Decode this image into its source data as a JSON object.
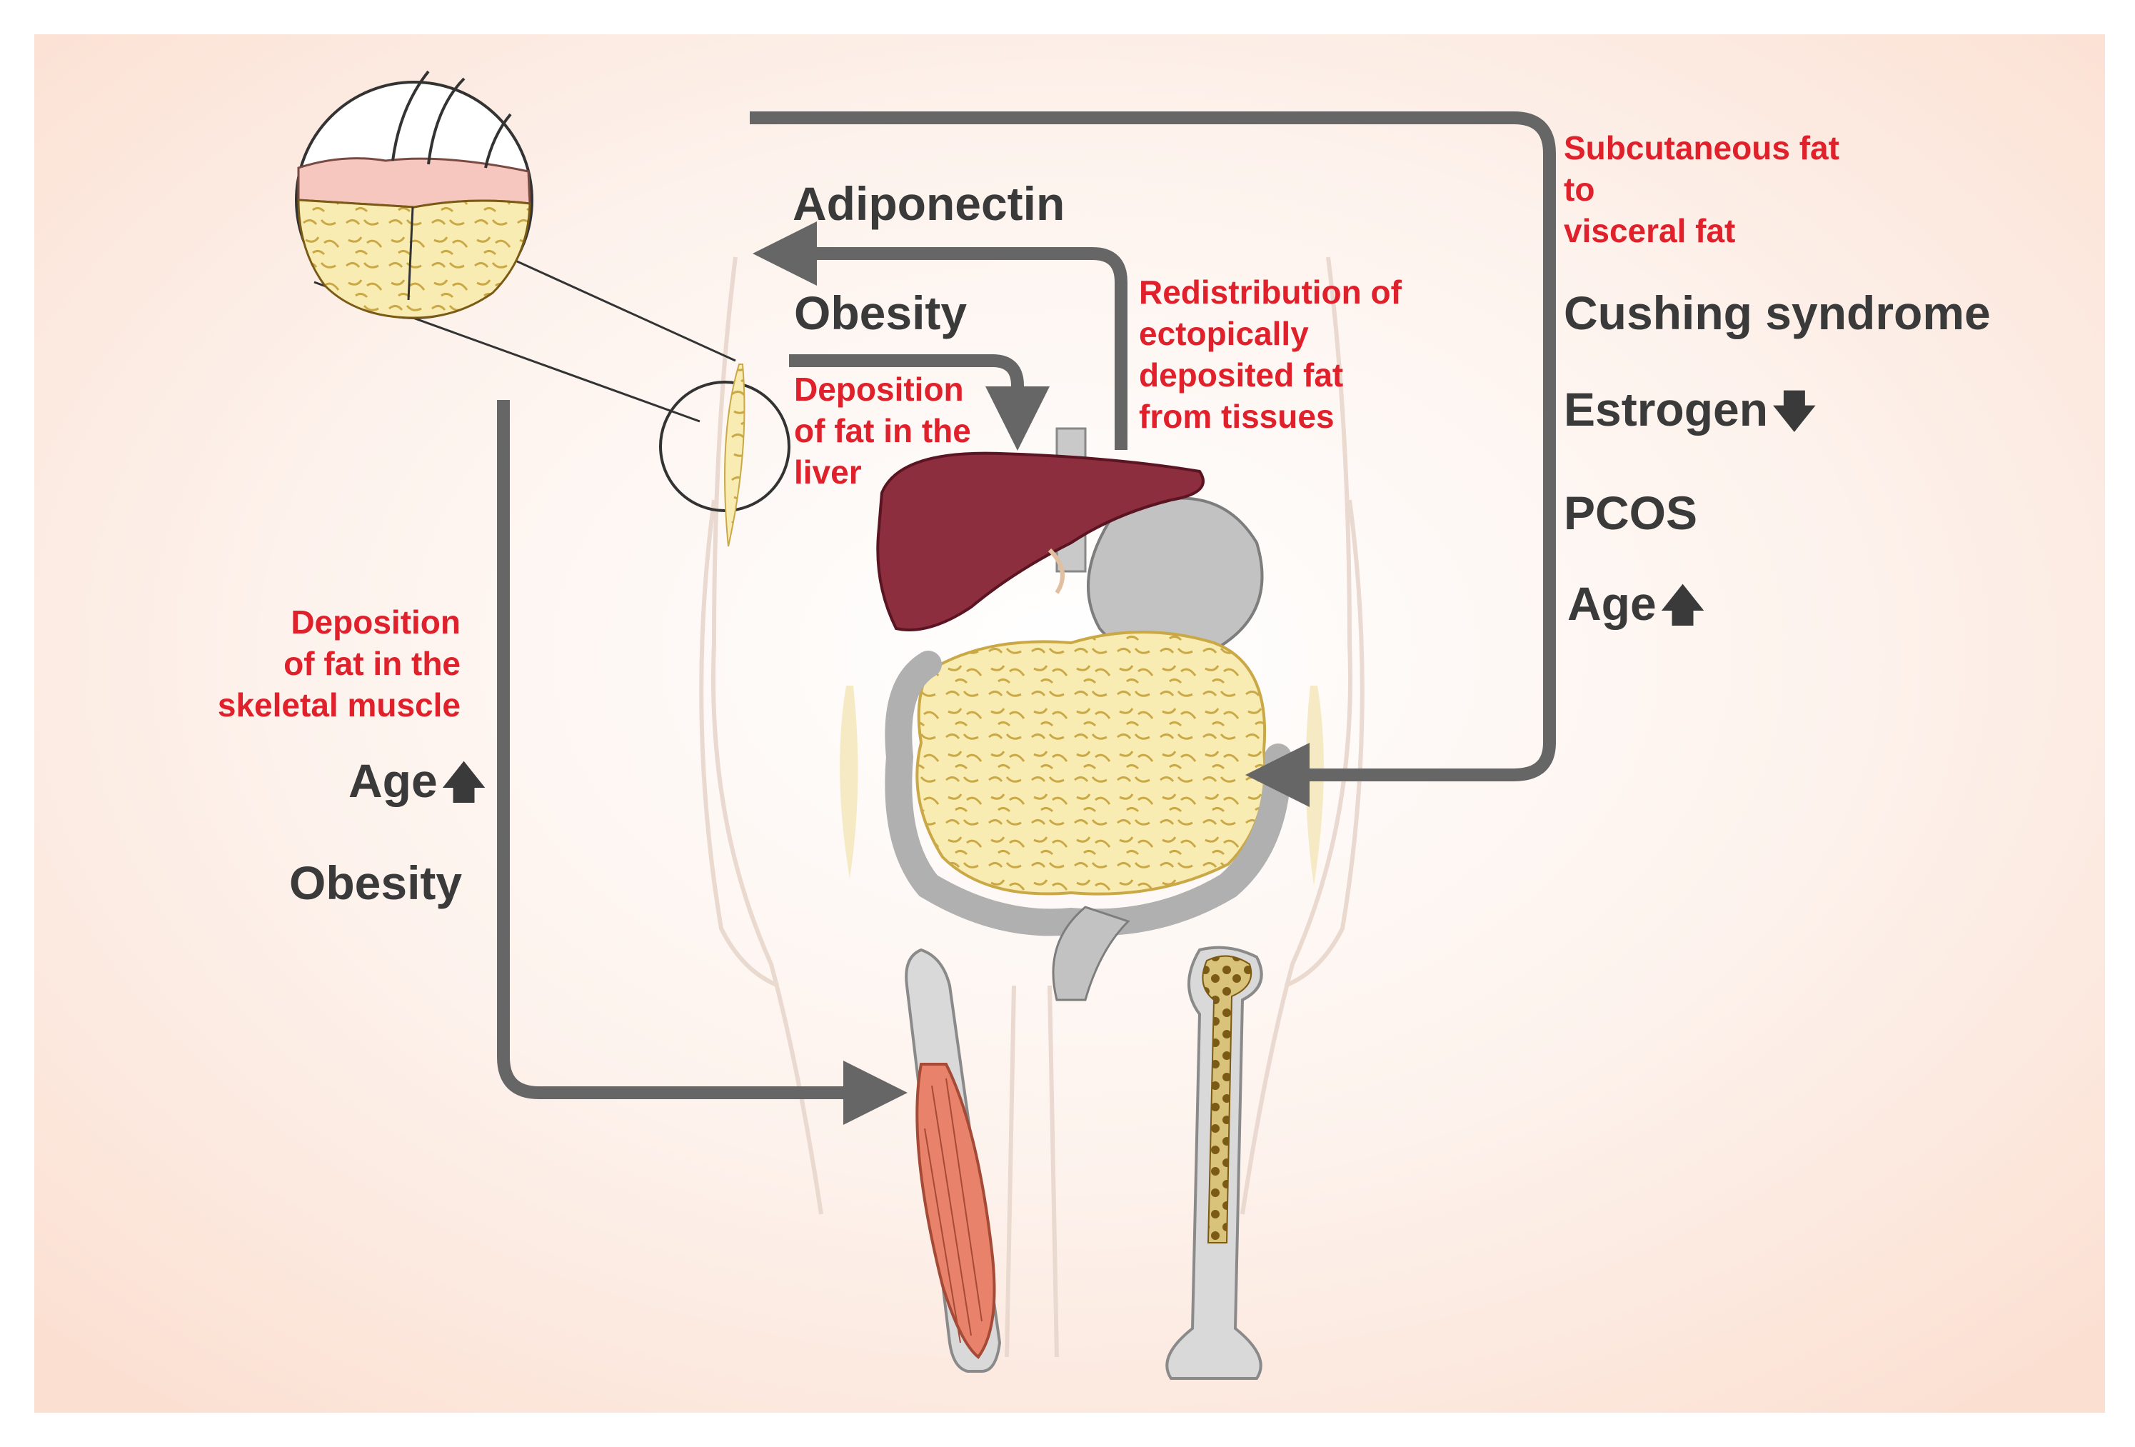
{
  "labels": {
    "subcutaneous_to_visceral": "Subcutaneous fat\nto\nvisceral fat",
    "adiponectin": "Adiponectin",
    "obesity_liver": "Obesity",
    "redistribution": "Redistribution of\nectopically\ndeposited fat\nfrom tissues",
    "deposition_liver": "Deposition\nof fat in the\nliver",
    "cushing": "Cushing syndrome",
    "estrogen": "Estrogen",
    "pcos": "PCOS",
    "age_right": "Age",
    "deposition_muscle": "Deposition\nof fat in the\nskeletal muscle",
    "age_left": "Age",
    "obesity_left": "Obesity"
  },
  "arrow_glyphs": {
    "up": "🡅",
    "down": "🡇"
  },
  "colors": {
    "background_peach": "#fbe3d6",
    "arrow_gray": "#666666",
    "red_text": "#e0202a",
    "dark_text": "#3a3a3a",
    "fat_yellow": "#f7e8a6",
    "liver": "#8c2e3e",
    "muscle": "#e8826a",
    "organ_gray": "#b7b7b7"
  },
  "icons": {
    "skin_magnifier": "skin-cross-section-icon",
    "liver": "liver-icon",
    "intestine_fat": "visceral-fat-intestine-icon",
    "muscle": "skeletal-muscle-icon",
    "bone": "femur-bone-icon"
  }
}
